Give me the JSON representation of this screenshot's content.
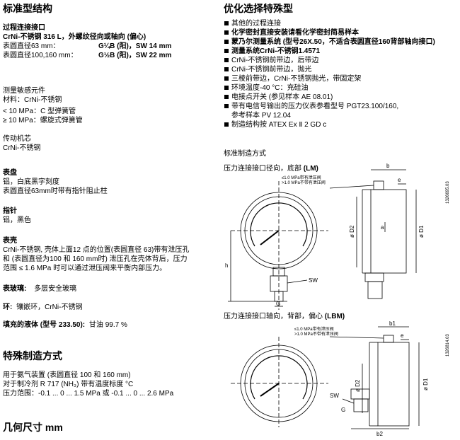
{
  "left": {
    "title": "标准型结构",
    "connection": {
      "heading": "过程连接接口",
      "line1": "CrNi-不锈钢 316 L，外螺纹径向或轴向 (偏心)",
      "row1_a": "表圆直径63 mm：",
      "row1_b": "G¼B (阳)，SW 14 mm",
      "row2_a": "表圆直径100,160 mm：",
      "row2_b": "G½B (阳)，SW 22 mm"
    },
    "sensor": {
      "heading": "测量敏感元件",
      "material": "材料：CrNi-不锈钢",
      "line1": "< 10 MPa：C 型弹簧管",
      "line2": "≥ 10 MPa：螺旋式弹簧管"
    },
    "movement": {
      "heading": "传动机芯",
      "text": "CrNi-不锈钢"
    },
    "dial": {
      "heading": "表盘",
      "line1": "铝，白底黑字刻度",
      "line2": "表圆直径63mm时带有指针阻止柱"
    },
    "pointer": {
      "heading": "指针",
      "text": "铝，黑色"
    },
    "case": {
      "heading": "表壳",
      "line1": "CrNi-不锈钢, 壳体上面12 点的位置(表圆直径 63)带有泄压孔",
      "line2": "和 (表圆直径为100 和 160 mm时) 泄压孔在壳体背后，压力",
      "line3": "范围 ≤ 1.6 MPa 时可以通过泄压阀来平衡内部压力。"
    },
    "window": {
      "heading": "表玻璃:",
      "text": "多层安全玻璃"
    },
    "ring": {
      "heading": "环:",
      "text": "镶嵌环，CrNi-不锈钢"
    },
    "liquid": {
      "heading": "填充的液体 (型号 233.50):",
      "text": "甘油 99.7 %"
    },
    "special_title": "特殊制造方式",
    "special": {
      "line1": "用于氨气装置 (表圆直径 100 和 160 mm)",
      "line2": "对于制冷剂 R 717 (NH₃) 带有温度标度 °C",
      "line3": "压力范围：-0.1 ... 0 ... 1.5 MPa 或 -0.1 ... 0 ... 2.6 MPa"
    },
    "dimensions_title": "几何尺寸 mm"
  },
  "right": {
    "title": "优化选择特殊型",
    "options": [
      {
        "text": "其他的过程连接",
        "bold": false
      },
      {
        "text": "化学密封直接安装请看化学密封简易样本",
        "bold": true
      },
      {
        "text": "蒙乃尔测量系统 (型号26X.50，不适合表圆直径160背部轴向接口)",
        "bold": true
      },
      {
        "text": "测量系统CrNi-不锈钢1.4571",
        "bold": true
      },
      {
        "text": "CrNi-不锈钢前带边，后带边",
        "bold": false
      },
      {
        "text": "CrNi-不锈钢前带边，抛光",
        "bold": false
      },
      {
        "text": "三棱前带边，CrNi-不锈钢抛光，带固定架",
        "bold": false
      },
      {
        "text": "环境温度-40 °C：充硅油",
        "bold": false
      },
      {
        "text": "电接点开关 (参见样本 AE 08.01)",
        "bold": false
      },
      {
        "text": "带有电信号输出的压力仪表参看型号 PGT23.100/160,",
        "bold": false
      },
      {
        "text": "制造结构按 ATEX Ex Ⅱ 2 GD c",
        "bold": false
      }
    ],
    "option_continuation": "参考样本 PV 12.04",
    "std_title": "标准制造方式",
    "drawing1": {
      "caption_a": "压力连接接口径向，底部 ",
      "caption_b": "(LM)",
      "note1": "≤1.0 MPa带有泄压阀",
      "note2": ">1.0 MPa不带有泄压阀",
      "code": "1326695.03",
      "labels": {
        "b": "b",
        "e": "e",
        "d1": "ø D1",
        "d2": "ø D2",
        "h": "h",
        "a": "a",
        "sw": "SW",
        "g": "G"
      }
    },
    "drawing2": {
      "caption_a": "压力连接接口轴向，背部，偏心 ",
      "caption_b": "(LBM)",
      "note1": "≤1.0 MPa带有泄压阀",
      "note2": ">1.0 MPa不带有泄压阀",
      "code": "1326814.03",
      "labels": {
        "b1": "b1",
        "e": "e",
        "d1": "ø D1",
        "d2": "ø D2",
        "b2": "b2",
        "sw": "SW",
        "g": "G"
      }
    }
  }
}
